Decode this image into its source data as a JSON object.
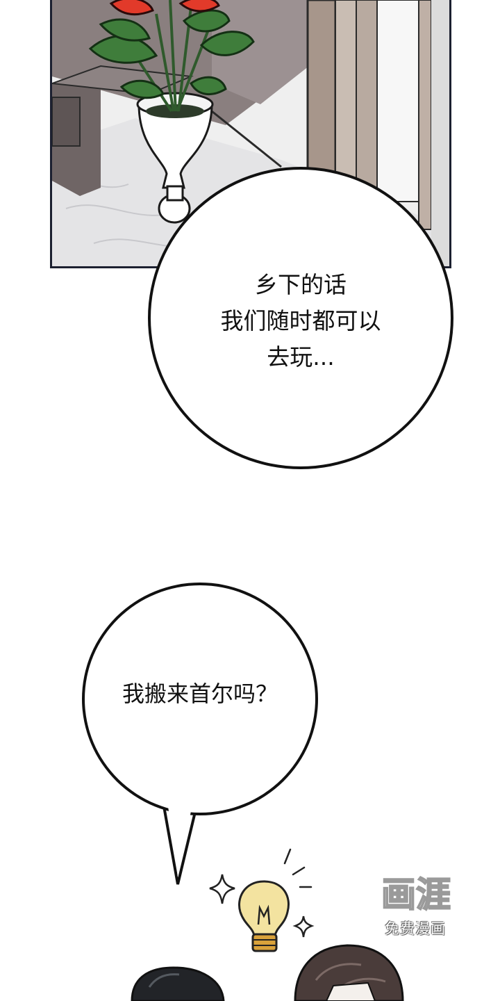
{
  "bubbles": {
    "first": {
      "lines": [
        "乡下的话",
        "我们随时都可以",
        "去玩..."
      ]
    },
    "second": {
      "lines": [
        "我搬来首尔吗？"
      ]
    }
  },
  "watermark": {
    "logo_text": "画涯",
    "caption": "免费漫画"
  },
  "icons": [
    "sparkle-icon",
    "lightbulb-icon"
  ],
  "colors": {
    "ink": "#111111",
    "panel_border": "#1c2030",
    "leaf": "#3f7d3b",
    "flower": "#e23a2a",
    "bulb": "#f3e3a0",
    "bulb_base": "#d9a23b"
  }
}
